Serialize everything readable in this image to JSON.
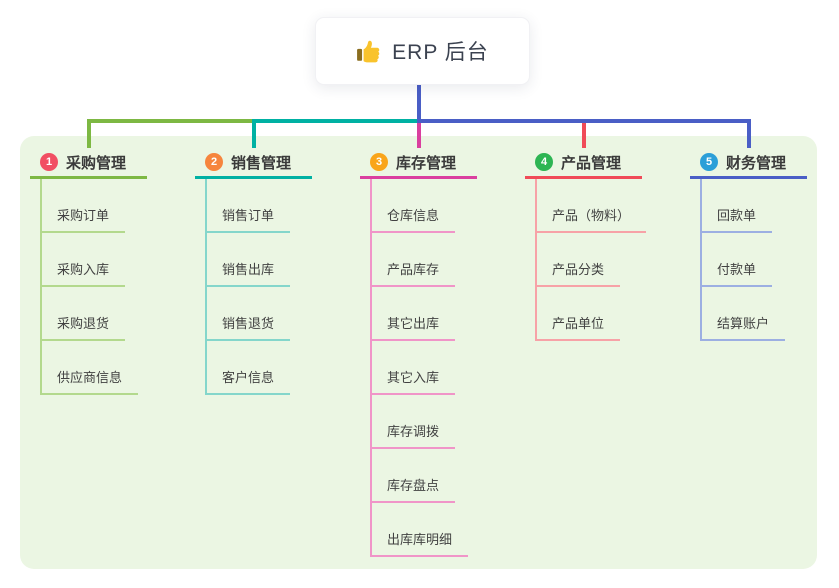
{
  "root": {
    "label": "ERP 后台",
    "icon": "thumbs-up-icon",
    "line_color": "#4a5ec6"
  },
  "canvas": {
    "background": "#ffffff",
    "panel_background": "#ebf6e3"
  },
  "branches": [
    {
      "badge": "1",
      "label": "采购管理",
      "badge_color": "#f14f63",
      "line_color": "#7db843",
      "line_light": "#b3d98d",
      "items": [
        "采购订单",
        "采购入库",
        "采购退货",
        "供应商信息"
      ]
    },
    {
      "badge": "2",
      "label": "销售管理",
      "badge_color": "#f6853d",
      "line_color": "#00b1a3",
      "line_light": "#84d6cb",
      "items": [
        "销售订单",
        "销售出库",
        "销售退货",
        "客户信息"
      ]
    },
    {
      "badge": "3",
      "label": "库存管理",
      "badge_color": "#f9a51a",
      "line_color": "#da3f9f",
      "line_light": "#f095c8",
      "items": [
        "仓库信息",
        "产品库存",
        "其它出库",
        "其它入库",
        "库存调拨",
        "库存盘点",
        "出库库明细"
      ]
    },
    {
      "badge": "4",
      "label": "产品管理",
      "badge_color": "#2db553",
      "line_color": "#f04b58",
      "line_light": "#f7a2a7",
      "items": [
        "产品（物料）",
        "产品分类",
        "产品单位"
      ]
    },
    {
      "badge": "5",
      "label": "财务管理",
      "badge_color": "#2b9fd8",
      "line_color": "#4a5ec6",
      "line_light": "#9cafe2",
      "items": [
        "回款单",
        "付款单",
        "结算账户"
      ]
    }
  ]
}
